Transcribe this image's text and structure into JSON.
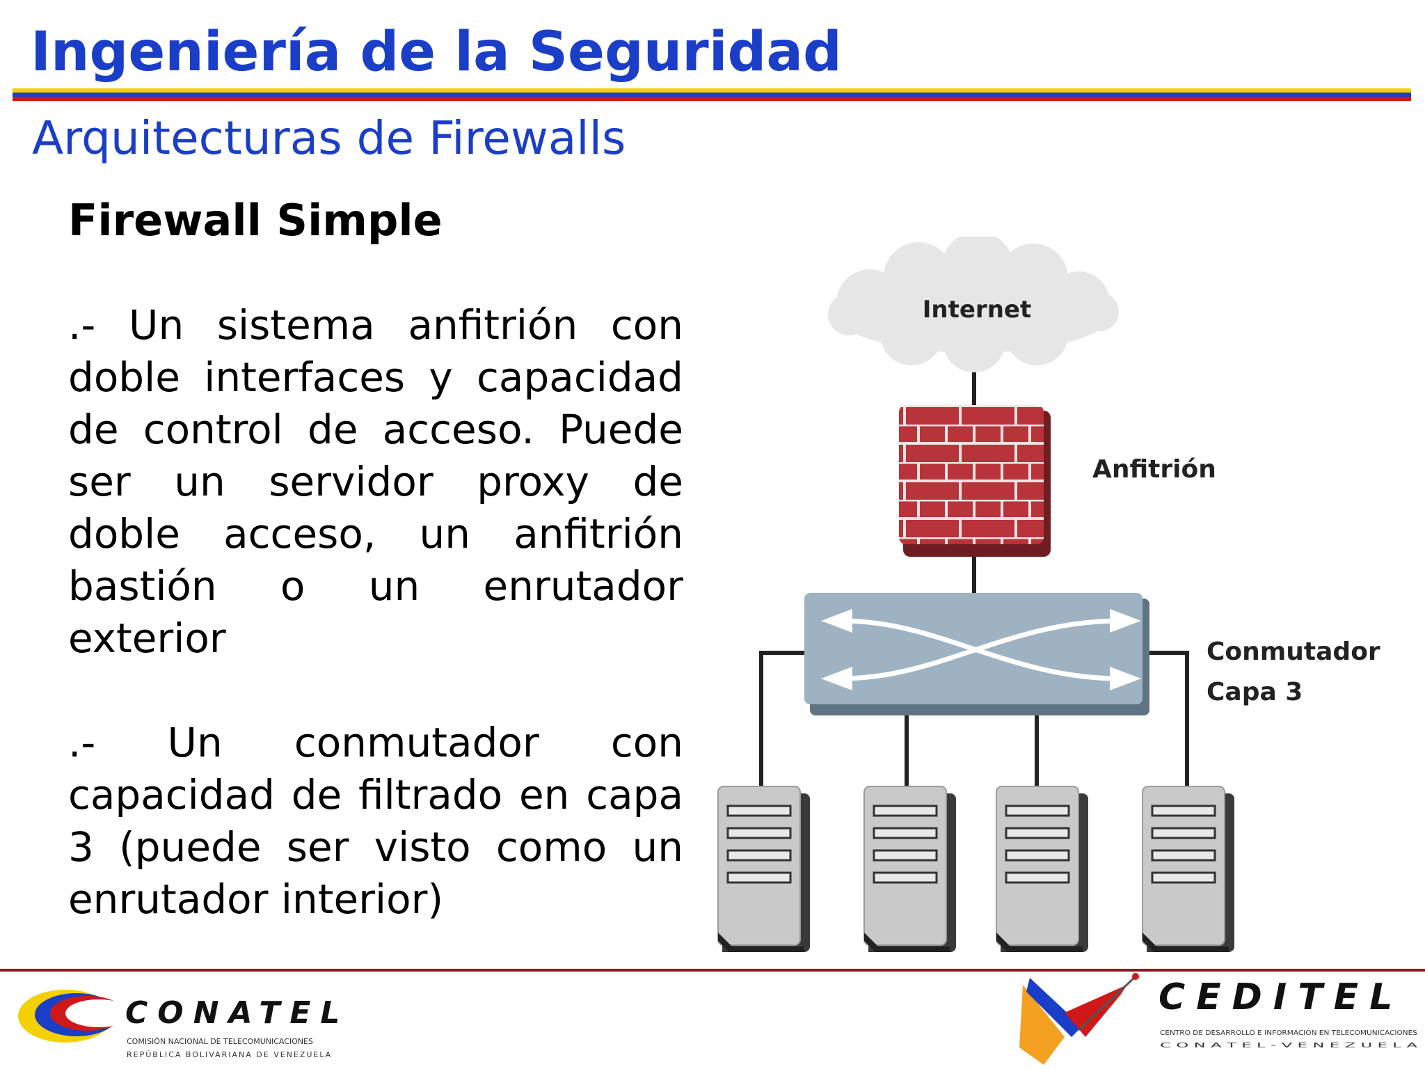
{
  "title": "Ingeniería de la Seguridad",
  "subtitle": "Arquitecturas de Firewalls",
  "heading": "Firewall Simple",
  "paragraphs": [
    ".- Un sistema anfitrión con doble interfaces y capacidad de control de acceso. Puede ser un servidor proxy de doble acceso, un anfitrión bastión o un enrutador exterior",
    ".- Un conmutador con capacidad de filtrado en capa 3 (puede ser visto como un enrutador interior)"
  ],
  "diagram": {
    "cloud_label": "Internet",
    "host_label": "Anfitrión",
    "switch_label_line1": "Conmutador",
    "switch_label_line2": "Capa 3",
    "server_count": 4
  },
  "colors": {
    "title": "#1a3ec8",
    "stripe_yellow": "#f4d000",
    "stripe_blue": "#1a3ec8",
    "stripe_red": "#d01818",
    "firewall_brick": "#b8333a",
    "switch": "#9fb2c1",
    "server": "#c9c9c9",
    "cloud": "#e6e6e6"
  },
  "footer": {
    "conatel_name": "CONATEL",
    "conatel_line1": "COMISIÓN NACIONAL DE TELECOMUNICACIONES",
    "conatel_line2": "REPÚBLICA BOLIVARIANA DE VENEZUELA",
    "ceditel_name": "CEDITEL",
    "ceditel_line1": "CENTRO DE DESARROLLO E INFORMACIÓN EN TELECOMUNICACIONES",
    "ceditel_line2": "C O N A T E L  -  V E N E Z U E L A"
  }
}
